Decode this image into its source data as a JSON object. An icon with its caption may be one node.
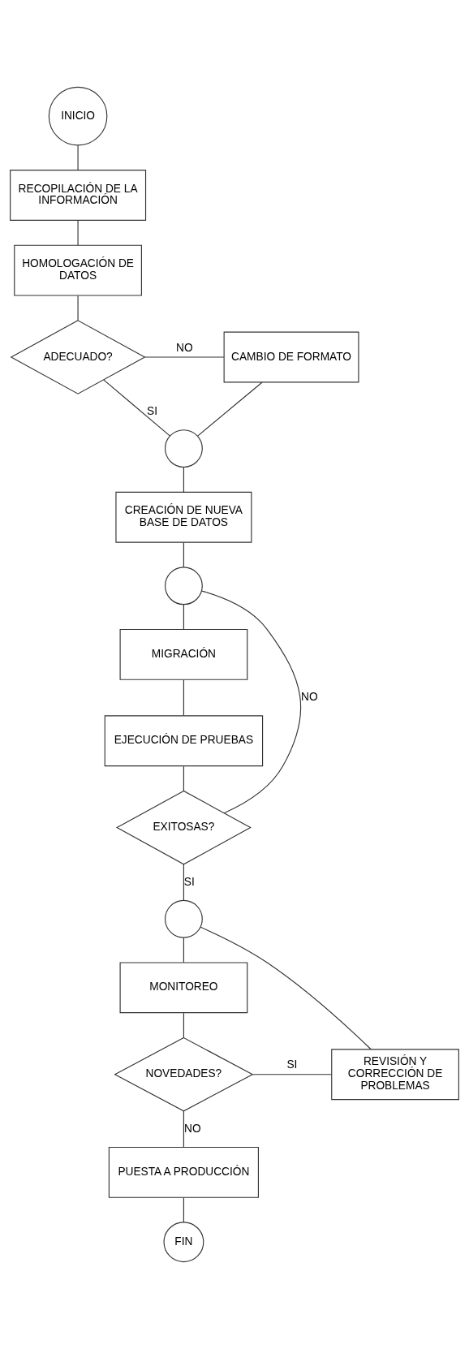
{
  "diagram": {
    "nodes": [
      {
        "text": [
          "INICIO"
        ]
      },
      {
        "text": [
          "RECOPILACIÓN DE LA INFORMACIÓN"
        ]
      },
      {
        "text": [
          "HOMOLOGACIÓN DE DATOS"
        ]
      },
      {
        "text": [
          "ADECUADO?"
        ]
      },
      {
        "text": [
          "CAMBIO DE FORMATO"
        ]
      },
      {
        "text": [],
        "shape": "circle"
      },
      {
        "text": [
          "CREACIÓN DE NUEVA BASE DE DATOS"
        ]
      },
      {
        "text": [],
        "shape": "circle"
      },
      {
        "text": [
          "MIGRACIÓN"
        ]
      },
      {
        "text": [
          "EJECUCIÓN DE PRUEBAS"
        ]
      },
      {
        "text": [
          "EXITOSAS?"
        ]
      },
      {
        "text": [],
        "shape": "circle"
      },
      {
        "text": [
          "MONITOREO"
        ]
      },
      {
        "text": [
          "NOVEDADES?"
        ]
      },
      {
        "text": [
          "REVISIÓN Y CORRECCIÓN DE PROBLEMAS"
        ]
      },
      {
        "text": [
          "PUESTA A PRODUCCIÓN"
        ]
      },
      {
        "text": [
          "FIN"
        ]
      }
    ],
    "edges": [
      {
        "from": 0,
        "to": 1,
        "arrow": "none"
      },
      {
        "from": 1,
        "to": 2,
        "arrow": "none"
      },
      {
        "from": 2,
        "to": 3,
        "arrow": "none"
      },
      {
        "from": 3,
        "to": 4,
        "arrow": "none",
        "label": "NO"
      },
      {
        "from": 3,
        "to": 5,
        "arrow": "none",
        "label": "SI"
      },
      {
        "from": 4,
        "to": 5,
        "arrow": "none"
      },
      {
        "from": 5,
        "to": 6,
        "arrow": "none"
      },
      {
        "from": 6,
        "to": 7,
        "arrow": "none"
      },
      {
        "from": 7,
        "to": 8,
        "arrow": "none"
      },
      {
        "from": 8,
        "to": 9,
        "arrow": "none"
      },
      {
        "from": 9,
        "to": 10,
        "arrow": "none"
      },
      {
        "from": 10,
        "to": 7,
        "arrow": "none",
        "label": "NO"
      },
      {
        "from": 10,
        "to": 11,
        "arrow": "none",
        "label": "SI"
      },
      {
        "from": 11,
        "to": 12,
        "arrow": "none"
      },
      {
        "from": 12,
        "to": 13,
        "arrow": "none"
      },
      {
        "from": 13,
        "to": 14,
        "arrow": "none",
        "label": "SI"
      },
      {
        "from": 14,
        "to": 11,
        "arrow": "none"
      },
      {
        "from": 13,
        "to": 15,
        "arrow": "none",
        "label": "NO"
      },
      {
        "from": 15,
        "to": 16,
        "arrow": "none"
      }
    ]
  }
}
